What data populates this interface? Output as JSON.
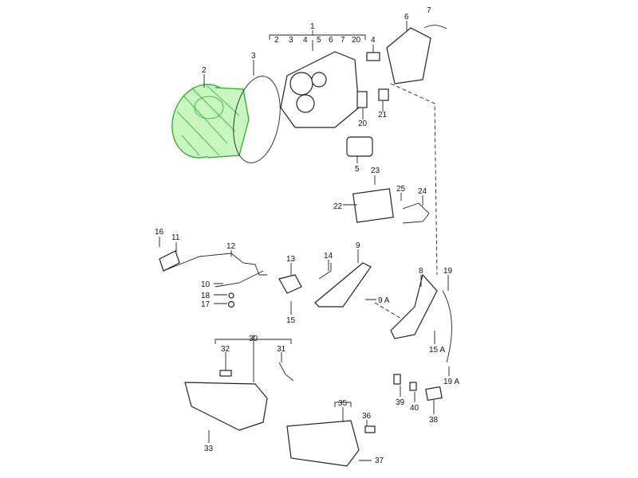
{
  "diagram": {
    "highlight_color": "#1db31d",
    "highlighted_part": "2",
    "labels": {
      "p1": "1",
      "p1_sub": [
        "2",
        "3",
        "4",
        "5",
        "6",
        "7",
        "20"
      ],
      "p2": "2",
      "p3": "3",
      "p4": "4",
      "p5": "5",
      "p6": "6",
      "p7": "7",
      "p8": "8",
      "p9": "9",
      "p9a": "9 A",
      "p10": "10",
      "p11": "11",
      "p12": "12",
      "p13": "13",
      "p14": "14",
      "p15": "15",
      "p15a": "15 A",
      "p16": "16",
      "p17": "17",
      "p18": "18",
      "p19": "19",
      "p19a": "19 A",
      "p20": "20",
      "p21": "21",
      "p22": "22",
      "p23": "23",
      "p24": "24",
      "p25": "25",
      "p30": "30",
      "p31": "31",
      "p32": "32",
      "p33": "33",
      "p35": "35",
      "p36": "36",
      "p37": "37",
      "p38": "38",
      "p39": "39",
      "p40": "40"
    }
  }
}
